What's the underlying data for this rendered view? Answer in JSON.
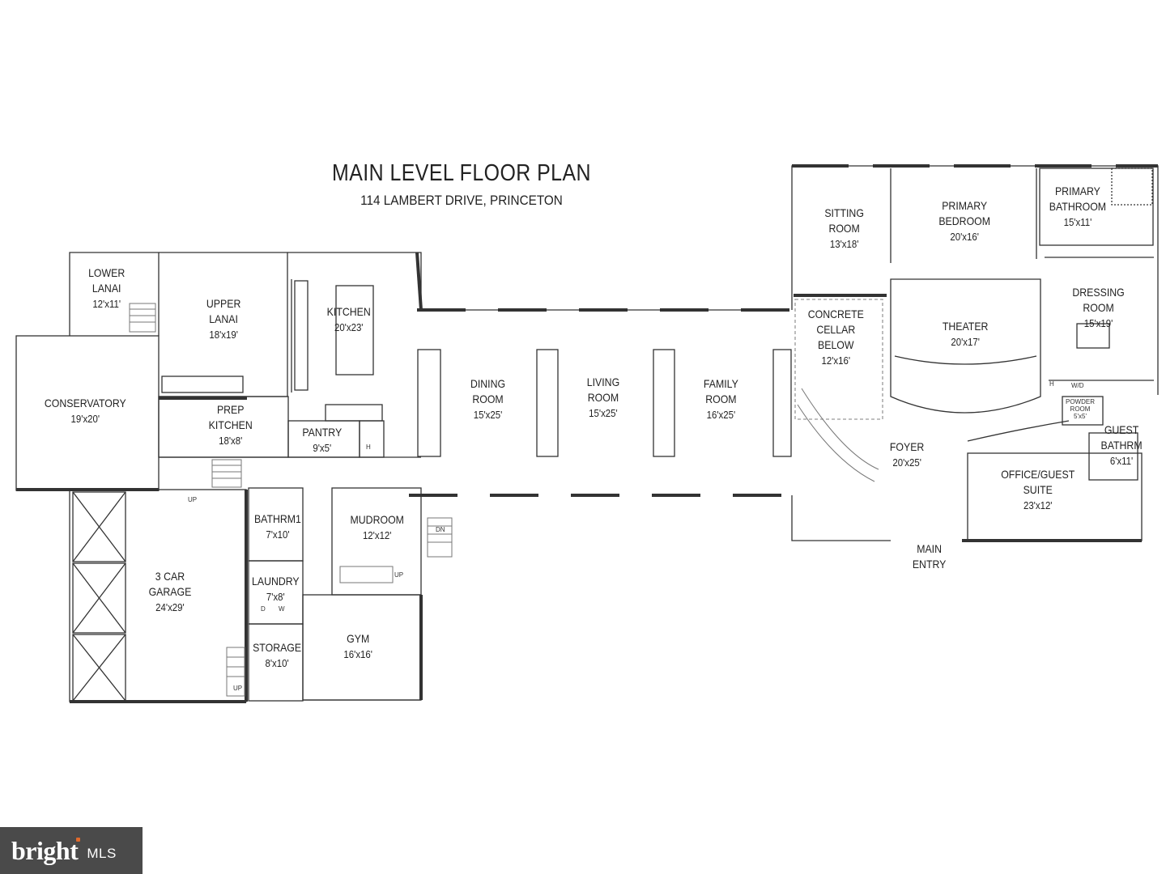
{
  "title": "MAIN LEVEL FLOOR PLAN",
  "subtitle": "114 LAMBERT DRIVE, PRINCETON",
  "rooms": {
    "lower_lanai": {
      "name": "LOWER\nLANAI",
      "dim": "12'x11'"
    },
    "upper_lanai": {
      "name": "UPPER\nLANAI",
      "dim": "18'x19'"
    },
    "kitchen": {
      "name": "KITCHEN",
      "dim": "20'x23'"
    },
    "conservatory": {
      "name": "CONSERVATORY",
      "dim": "19'x20'"
    },
    "prep_kitchen": {
      "name": "PREP\nKITCHEN",
      "dim": "18'x8'"
    },
    "pantry": {
      "name": "PANTRY",
      "dim": "9'x5'"
    },
    "dining_room": {
      "name": "DINING\nROOM",
      "dim": "15'x25'"
    },
    "living_room": {
      "name": "LIVING\nROOM",
      "dim": "15'x25'"
    },
    "family_room": {
      "name": "FAMILY\nROOM",
      "dim": "16'x25'"
    },
    "concrete_cellar": {
      "name": "CONCRETE\nCELLAR\nBELOW",
      "dim": "12'x16'"
    },
    "sitting_room": {
      "name": "SITTING\nROOM",
      "dim": "13'x18'"
    },
    "primary_bedroom": {
      "name": "PRIMARY\nBEDROOM",
      "dim": "20'x16'"
    },
    "primary_bathroom": {
      "name": "PRIMARY\nBATHROOM",
      "dim": "15'x11'"
    },
    "dressing_room": {
      "name": "DRESSING\nROOM",
      "dim": "15'x19'"
    },
    "theater": {
      "name": "THEATER",
      "dim": "20'x17'"
    },
    "foyer": {
      "name": "FOYER",
      "dim": "20'x25'"
    },
    "office_guest_suite": {
      "name": "OFFICE/GUEST\nSUITE",
      "dim": "23'x12'"
    },
    "guest_bathrm": {
      "name": "GUEST\nBATHRM",
      "dim": "6'x11'"
    },
    "main_entry": {
      "name": "MAIN\nENTRY",
      "dim": ""
    },
    "garage": {
      "name": "3 CAR\nGARAGE",
      "dim": "24'x29'"
    },
    "bathrm1": {
      "name": "BATHRM1",
      "dim": "7'x10'"
    },
    "laundry": {
      "name": "LAUNDRY",
      "dim": "7'x8'"
    },
    "storage": {
      "name": "STORAGE",
      "dim": "8'x10'"
    },
    "mudroom": {
      "name": "MUDROOM",
      "dim": "12'x12'"
    },
    "gym": {
      "name": "GYM",
      "dim": "16'x16'"
    }
  },
  "notes": {
    "powder_room": "POWDER\nROOM\n5'x5'",
    "wd": "W/D",
    "h": "H",
    "d": "D",
    "w": "W",
    "up": "UP",
    "dn": "DN"
  },
  "logo": {
    "brand": "bright",
    "suffix": "MLS",
    "accent": "#e06a2c",
    "bg": "#4a4a4a"
  },
  "colors": {
    "wall": "#2b2b2b",
    "line": "#555555",
    "dash": "#999999"
  }
}
